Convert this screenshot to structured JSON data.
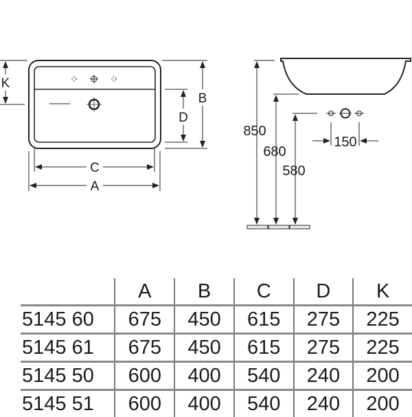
{
  "plan_view": {
    "labels": {
      "A": "A",
      "B": "B",
      "C": "C",
      "D": "D",
      "K": "K"
    }
  },
  "side_view": {
    "heights": [
      "850",
      "680",
      "580"
    ],
    "tap_spacing": "150"
  },
  "table": {
    "columns": [
      "A",
      "B",
      "C",
      "D",
      "K"
    ],
    "rows": [
      {
        "id": "5145 60",
        "values": [
          "675",
          "450",
          "615",
          "275",
          "225"
        ]
      },
      {
        "id": "5145 61",
        "values": [
          "675",
          "450",
          "615",
          "275",
          "225"
        ]
      },
      {
        "id": "5145 50",
        "values": [
          "600",
          "400",
          "540",
          "240",
          "200"
        ]
      },
      {
        "id": "5145 51",
        "values": [
          "600",
          "400",
          "540",
          "240",
          "200"
        ]
      }
    ]
  }
}
